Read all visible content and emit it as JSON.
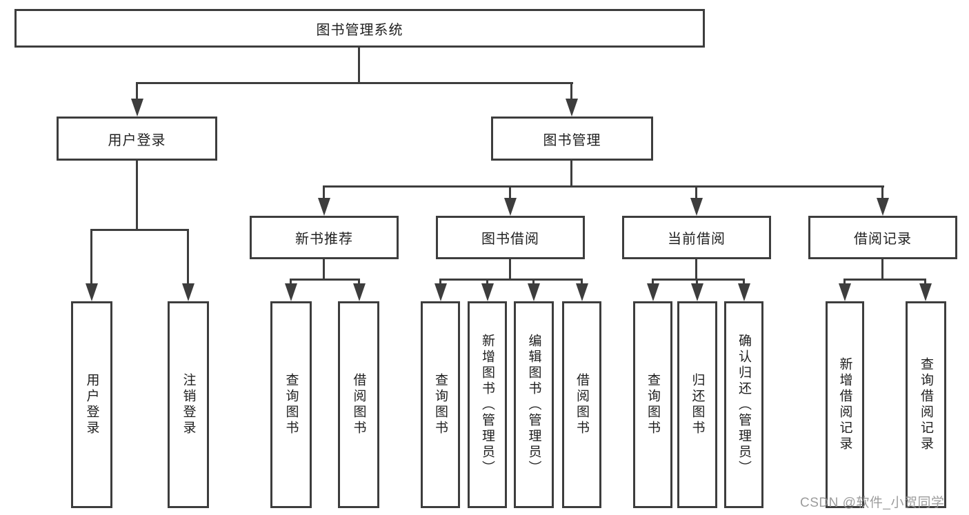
{
  "diagram": {
    "title_node": "图书管理系统",
    "user_login_branch": {
      "label": "用户登录",
      "children": [
        "用户登录",
        "注销登录"
      ]
    },
    "book_mgmt_branch": {
      "label": "图书管理",
      "groups": [
        {
          "label": "新书推荐",
          "children": [
            "查询图书",
            "借阅图书"
          ]
        },
        {
          "label": "图书借阅",
          "children": [
            "查询图书",
            "新增图书（管理员）",
            "编辑图书（管理员）",
            "借阅图书"
          ]
        },
        {
          "label": "当前借阅",
          "children": [
            "查询图书",
            "归还图书",
            "确认归还（管理员）"
          ]
        },
        {
          "label": "借阅记录",
          "children": [
            "新增借阅记录",
            "查询借阅记录"
          ]
        }
      ]
    }
  },
  "watermark": "CSDN @软件_小贺同学",
  "colors": {
    "line": "#3d3d3d",
    "text": "#1f1f1f",
    "background": "#ffffff",
    "watermark": "#949494"
  }
}
